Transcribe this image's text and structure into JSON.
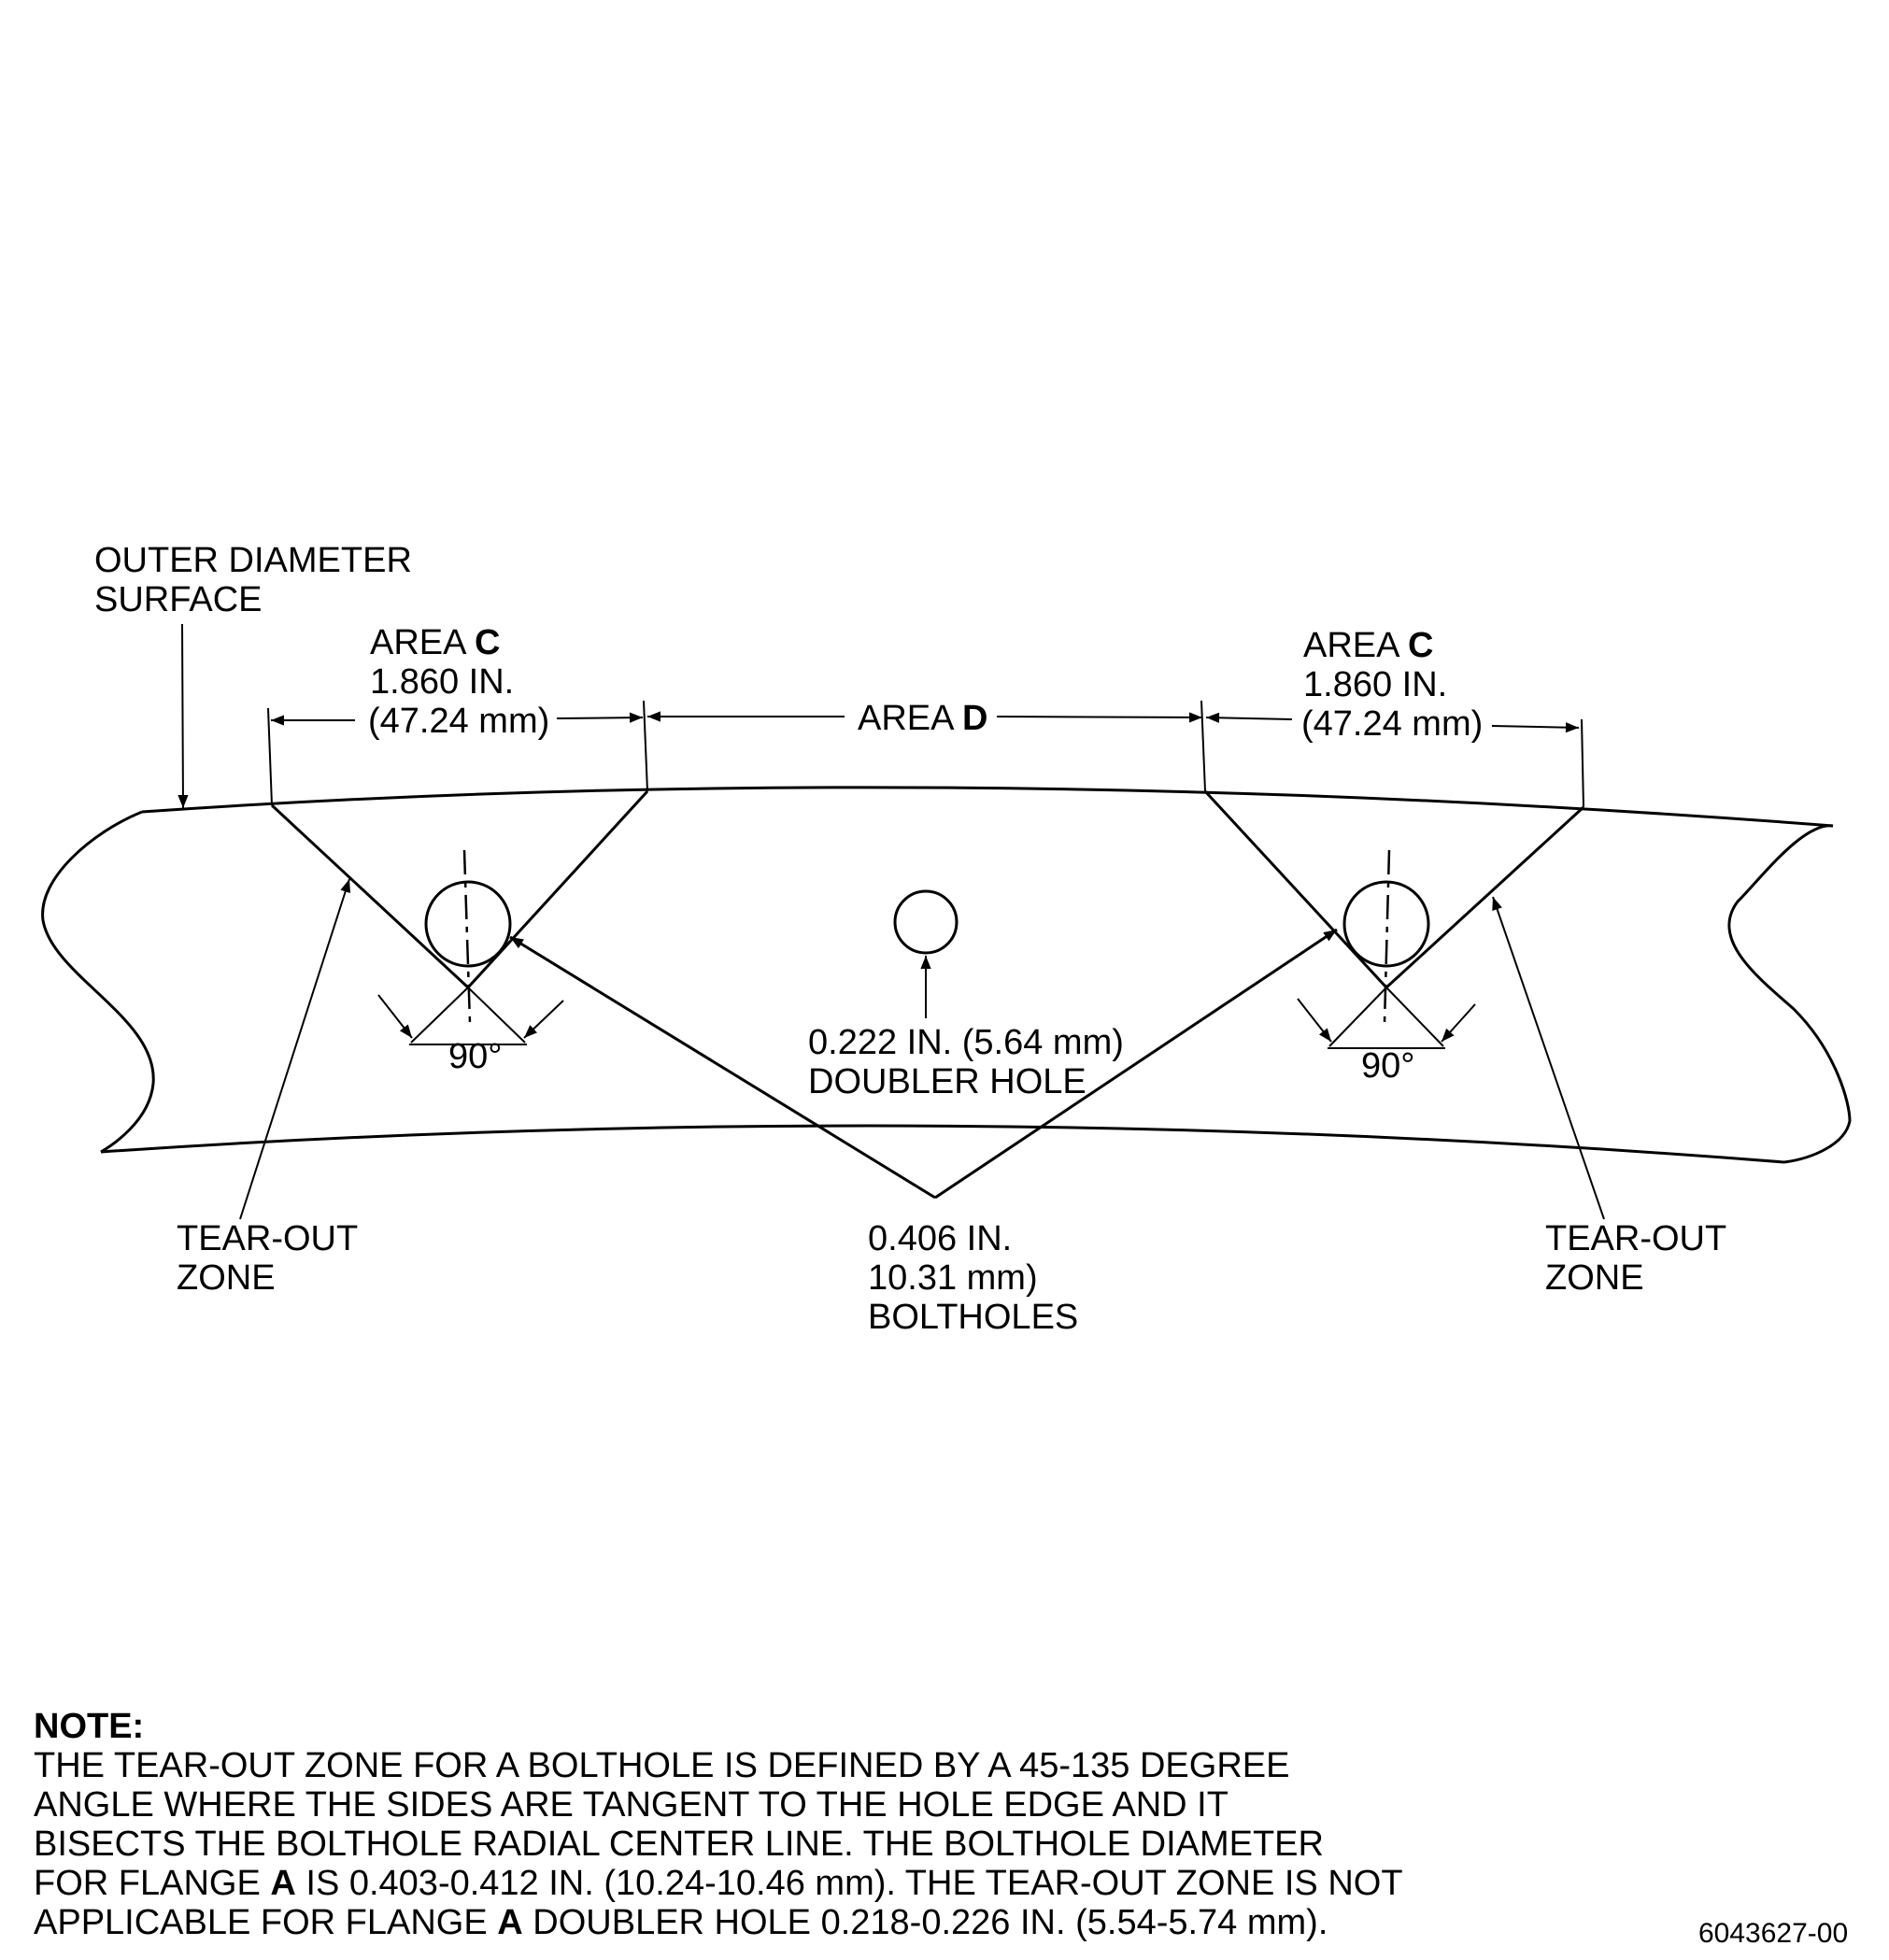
{
  "labels": {
    "od_surface": [
      "OUTER DIAMETER",
      "SURFACE"
    ],
    "area_c_left": {
      "area_word": "AREA ",
      "area_letter": "C",
      "dim_in": "1.860 IN.",
      "dim_mm": "(47.24 mm)"
    },
    "area_d": {
      "area_word": "AREA ",
      "area_letter": "D"
    },
    "area_c_right": {
      "area_word": "AREA ",
      "area_letter": "C",
      "dim_in": "1.860 IN.",
      "dim_mm": "(47.24 mm)"
    },
    "angle_left": "90°",
    "angle_right": "90°",
    "doubler_hole": [
      "0.222 IN. (5.64 mm)",
      "DOUBLER HOLE"
    ],
    "tear_out_left": [
      "TEAR-OUT",
      "ZONE"
    ],
    "tear_out_right": [
      "TEAR-OUT",
      "ZONE"
    ],
    "boltholes": [
      "0.406 IN.",
      "10.31 mm)",
      "BOLTHOLES"
    ]
  },
  "note": {
    "title": "NOTE:",
    "lines": [
      {
        "pre": "THE TEAR-OUT ZONE FOR A BOLTHOLE IS DEFINED BY A 45-135 DEGREE"
      },
      {
        "pre": "ANGLE WHERE THE SIDES ARE TANGENT TO THE HOLE EDGE AND IT"
      },
      {
        "pre": "BISECTS THE BOLTHOLE RADIAL CENTER LINE. THE BOLTHOLE DIAMETER"
      },
      {
        "pre": "FOR FLANGE ",
        "bold": "A",
        "post": " IS 0.403-0.412 IN. (10.24-10.46 mm). THE TEAR-OUT ZONE IS NOT"
      },
      {
        "pre": "APPLICABLE FOR FLANGE ",
        "bold": "A",
        "post": " DOUBLER HOLE 0.218-0.226 IN. (5.54-5.74 mm)."
      }
    ]
  },
  "figure_id": "6043627-00"
}
